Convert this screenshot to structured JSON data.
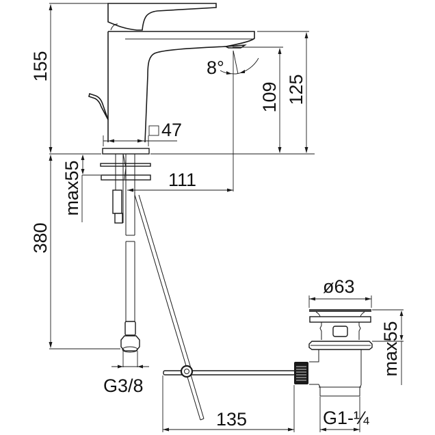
{
  "drawing": {
    "subject": "single-lever basin mixer with pop-up waste",
    "line_color": "#1a1a1a",
    "background": "#ffffff"
  },
  "dimensions": {
    "total_height": "155",
    "spout_height": "125",
    "outlet_height": "109",
    "spray_angle": "8°",
    "base_square": "47",
    "max_deck_thickness": "max55",
    "hose_length": "380",
    "spout_reach": "111",
    "hose_connection": "G3/8",
    "rod_length": "135",
    "waste_diameter": "ø63",
    "waste_max_height": "max55",
    "waste_thread": "G1-¼"
  }
}
